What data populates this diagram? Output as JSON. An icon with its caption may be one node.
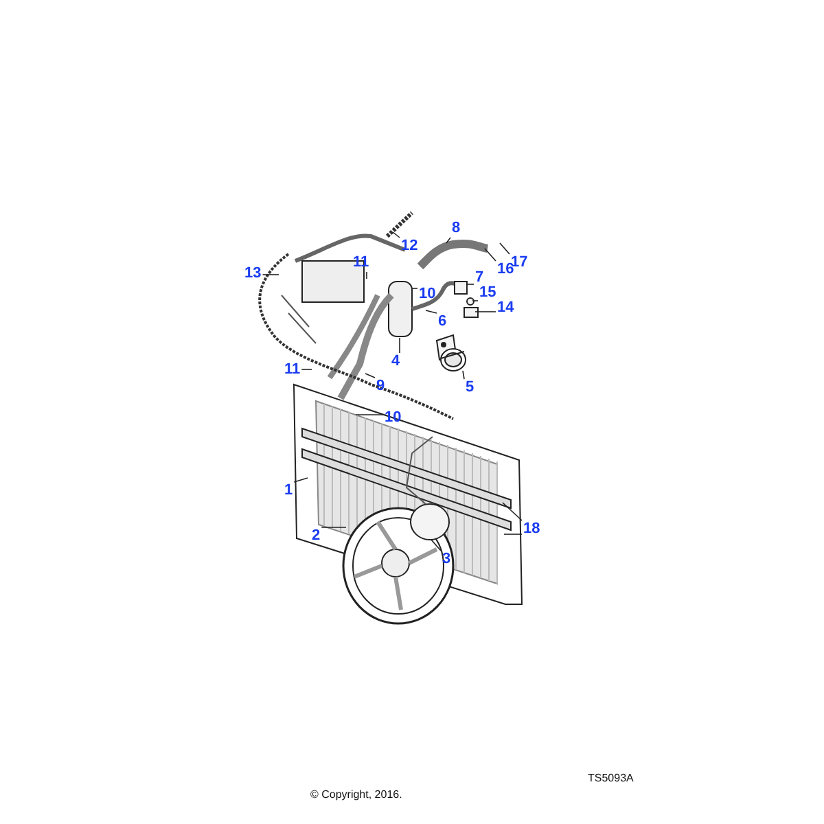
{
  "diagram": {
    "nodes": [
      {
        "text": [
          "13"
        ]
      },
      {
        "text": [
          "11"
        ]
      },
      {
        "text": [
          "12"
        ]
      },
      {
        "text": [
          "8"
        ]
      },
      {
        "text": [
          "16"
        ]
      },
      {
        "text": [
          "17"
        ]
      },
      {
        "text": [
          "7"
        ]
      },
      {
        "text": [
          "15"
        ]
      },
      {
        "text": [
          "10"
        ]
      },
      {
        "text": [
          "14"
        ]
      },
      {
        "text": [
          "6"
        ]
      },
      {
        "text": [
          "4"
        ]
      },
      {
        "text": [
          "5"
        ]
      },
      {
        "text": [
          "11"
        ]
      },
      {
        "text": [
          "9"
        ]
      },
      {
        "text": [
          "10"
        ]
      },
      {
        "text": [
          "1"
        ]
      },
      {
        "text": [
          "18"
        ]
      },
      {
        "text": [
          "2"
        ]
      },
      {
        "text": [
          "3"
        ]
      },
      {
        "text": [],
        "shape": "picture"
      },
      {
        "text": [],
        "shape": "circle"
      },
      {
        "text": [],
        "shape": "box"
      },
      {
        "text": [],
        "shape": "box"
      }
    ],
    "edges": [
      {
        "from": 0,
        "to": null,
        "arrow": "none"
      },
      {
        "from": 1,
        "to": null,
        "arrow": "none"
      },
      {
        "from": 2,
        "to": null,
        "arrow": "none"
      },
      {
        "from": 3,
        "to": null,
        "arrow": "none"
      },
      {
        "from": 4,
        "to": null,
        "arrow": "none"
      },
      {
        "from": 5,
        "to": null,
        "arrow": "none"
      },
      {
        "from": 6,
        "to": 23,
        "arrow": "none"
      },
      {
        "from": 7,
        "to": 21,
        "arrow": "none"
      },
      {
        "from": 8,
        "to": null,
        "arrow": "none"
      },
      {
        "from": 9,
        "to": 22,
        "arrow": "none"
      },
      {
        "from": 10,
        "to": null,
        "arrow": "none"
      },
      {
        "from": 11,
        "to": null,
        "arrow": "none"
      },
      {
        "from": 12,
        "to": 20,
        "arrow": "none"
      },
      {
        "from": 13,
        "to": null,
        "arrow": "none"
      },
      {
        "from": 14,
        "to": null,
        "arrow": "none"
      },
      {
        "from": 15,
        "to": null,
        "arrow": "none"
      },
      {
        "from": 16,
        "to": null,
        "arrow": "none"
      },
      {
        "from": 17,
        "to": null,
        "arrow": "none"
      },
      {
        "from": 17,
        "to": null,
        "arrow": "none"
      },
      {
        "from": 18,
        "to": null,
        "arrow": "none"
      },
      {
        "from": 19,
        "to": null,
        "arrow": "none"
      }
    ],
    "labels": [
      "TS5093A",
      "© Copyright, 2016."
    ]
  }
}
